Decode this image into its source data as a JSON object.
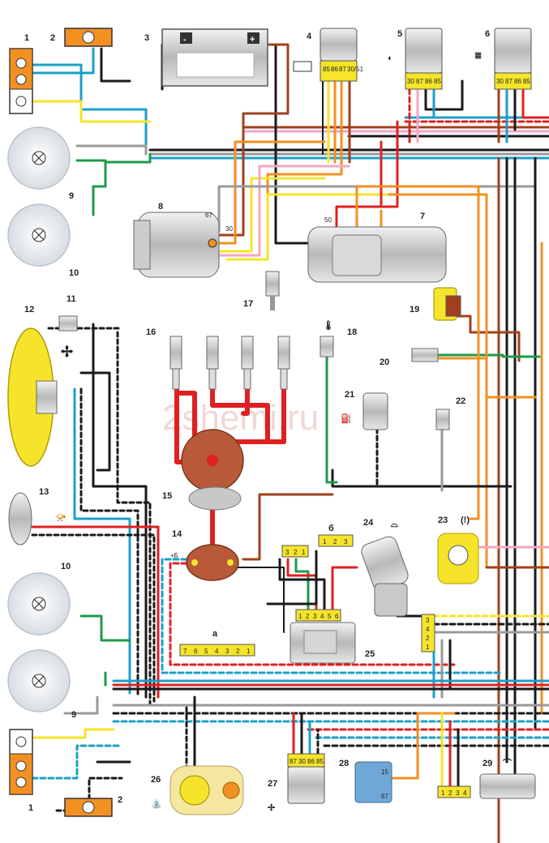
{
  "watermark": "2shemi.ru",
  "battery_terminals": {
    "minus": "-",
    "plus": "+"
  },
  "ignition_label": "+Б",
  "component_numbers": {
    "c1_top": "1",
    "c2_top": "2",
    "c3": "3",
    "c4": "4",
    "c5": "5",
    "c6": "6",
    "c7": "7",
    "c8": "8",
    "c9_top": "9",
    "c10_top": "10",
    "c11": "11",
    "c12": "12",
    "c13": "13",
    "c14": "14",
    "c15": "15",
    "c16": "16",
    "c17": "17",
    "c18": "18",
    "c19": "19",
    "c20": "20",
    "c21": "21",
    "c22": "22",
    "c23": "23",
    "c24": "24",
    "c25": "25",
    "c26": "26",
    "c27": "27",
    "c28": "28",
    "c29": "29",
    "c10_bot": "10",
    "c9_bot": "9",
    "c1_bot": "1",
    "c2_bot": "2"
  },
  "relay4_pins": [
    "85",
    "86",
    "87",
    "30/51"
  ],
  "relay5_pins": [
    "30",
    "87",
    "86",
    "85"
  ],
  "relay6_pins": [
    "30",
    "87",
    "86",
    "85"
  ],
  "relay27_pins": [
    "87",
    "30",
    "86",
    "85"
  ],
  "alt_terminals": {
    "t67": "67",
    "t30": "30"
  },
  "starter_terminal": "50",
  "regulator28_terminals": {
    "t67": "67",
    "t15": "15"
  },
  "connector_b": {
    "label": "б",
    "pins": [
      "1",
      "2",
      "3"
    ]
  },
  "connector_b_mate": [
    "3",
    "2",
    "1"
  ],
  "connector_a": {
    "label": "а",
    "pins": [
      "7",
      "6",
      "5",
      "4",
      "3",
      "2",
      "1"
    ]
  },
  "commutator25_pins": [
    "1",
    "2",
    "3",
    "4",
    "5",
    "6"
  ],
  "connector_right": [
    "3",
    "4",
    "2",
    "1"
  ],
  "connector_bottom": [
    "1",
    "2",
    "3",
    "4"
  ],
  "lamp23_symbol": "(!)",
  "colors": {
    "red": "#e02020",
    "blue": "#1aa0c8",
    "yellow": "#f5e42a",
    "green": "#1e9a4a",
    "brown": "#a0401c",
    "orange": "#f29022",
    "pink": "#f3a6c6",
    "grey": "#9a9a9a",
    "black": "#1a1a1a",
    "white": "#ffffff"
  },
  "icons": [
    "battery-icon",
    "headlight-low-icon",
    "headlight-high-icon",
    "fan-icon",
    "horn-icon",
    "temperature-icon",
    "oil-can-icon",
    "wiper-icon",
    "washer-icon",
    "warning-lamp-icon",
    "gauge-icon"
  ]
}
